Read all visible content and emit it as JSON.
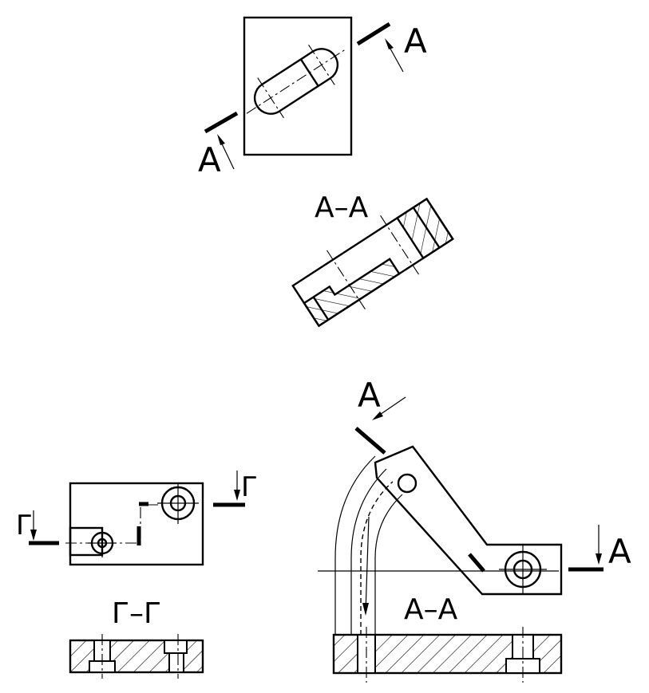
{
  "labels": {
    "section_a_upper": "А",
    "section_a_lower": "А",
    "section_aa_title": "А–А",
    "section_a_arc": "А",
    "section_a_right": "А",
    "section_aa_lower_title": "А–А",
    "section_g_left": "Г",
    "section_g_right": "Г",
    "section_gg_title": "Г–Г"
  }
}
